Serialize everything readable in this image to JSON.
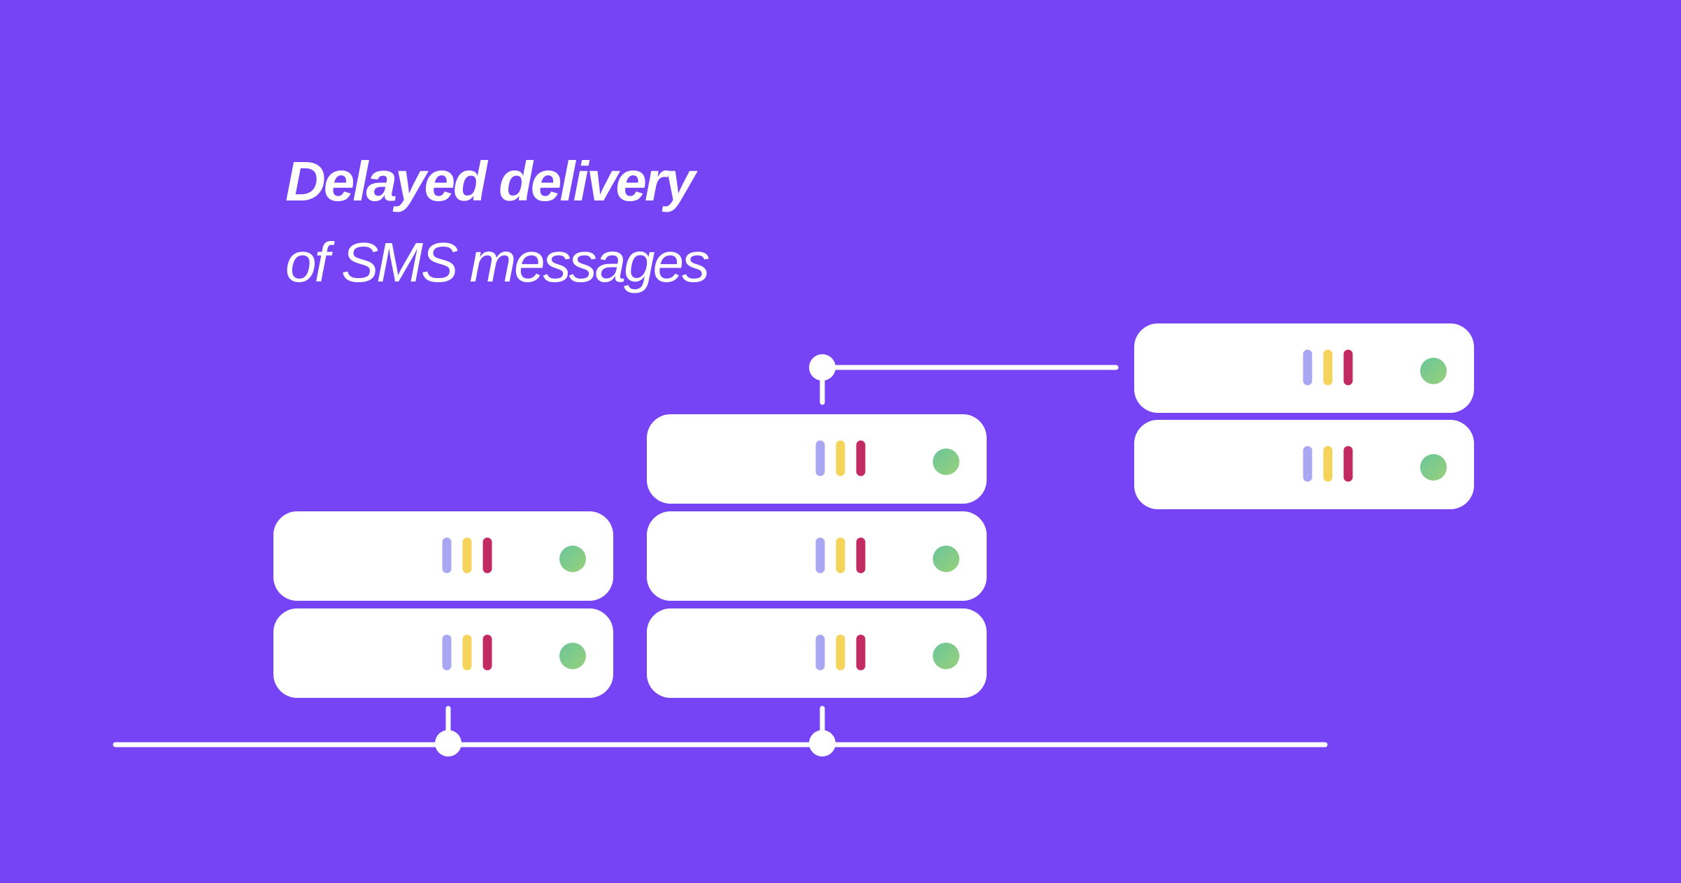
{
  "heading": {
    "title": "Delayed delivery",
    "subtitle": "of SMS messages"
  },
  "colors": {
    "background": "#7744F5",
    "server_body": "#FFFFFF",
    "line": "#FFFFFF",
    "bar_lavender": "#A9A7F2",
    "bar_gray_purple": "#B3A3DB",
    "led_purple": "#A9A7F2",
    "led_yellow": "#F5D45C",
    "led_red": "#C22B61",
    "power_led": "#7DC98D"
  },
  "illustration": {
    "description_icons": [
      "server-rack-icon",
      "network-line",
      "connection-node"
    ],
    "server_stacks": [
      {
        "name": "left-stack",
        "units": 2
      },
      {
        "name": "middle-stack",
        "units": 3
      },
      {
        "name": "right-stack",
        "units": 2
      }
    ]
  }
}
